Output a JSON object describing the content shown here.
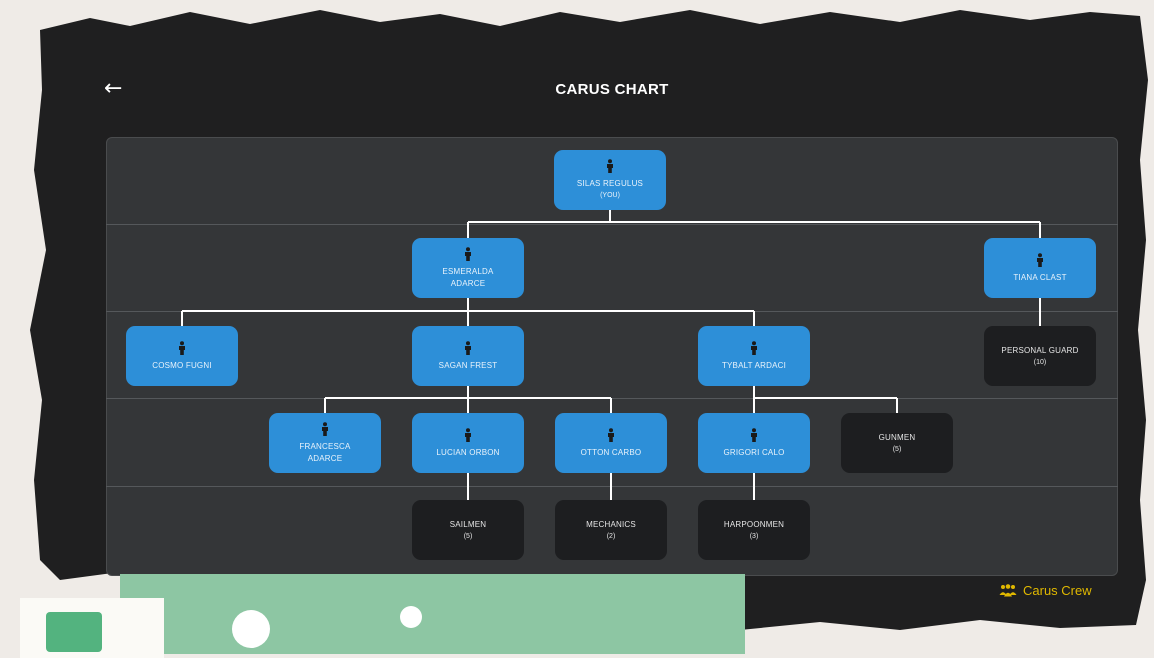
{
  "header": {
    "back_icon": "arrow-left-icon",
    "title": "CARUS CHART"
  },
  "colors": {
    "person_node": "#2d8fd8",
    "group_node": "#1d1e20",
    "panel": "#343638",
    "accent": "#e0b800"
  },
  "nodes": {
    "silas": {
      "name": "SILAS REGULUS",
      "sub": "(YOU)",
      "kind": "person",
      "icon": "person-icon"
    },
    "esmeralda": {
      "name": "ESMERALDA ADARCE",
      "kind": "person",
      "icon": "person-icon"
    },
    "tiana": {
      "name": "TIANA CLAST",
      "kind": "person",
      "icon": "person-icon"
    },
    "cosmo": {
      "name": "COSMO FUGNI",
      "kind": "person",
      "icon": "person-icon"
    },
    "sagan": {
      "name": "SAGAN FREST",
      "kind": "person",
      "icon": "person-icon"
    },
    "tybalt": {
      "name": "TYBALT ARDACI",
      "kind": "person",
      "icon": "person-icon"
    },
    "guard": {
      "name": "PERSONAL GUARD",
      "sub": "(10)",
      "kind": "group"
    },
    "francesca": {
      "name": "FRANCESCA ADARCE",
      "kind": "person",
      "icon": "person-icon"
    },
    "lucian": {
      "name": "LUCIAN ORBON",
      "kind": "person",
      "icon": "person-icon"
    },
    "otton": {
      "name": "OTTON CARBO",
      "kind": "person",
      "icon": "person-icon"
    },
    "grigori": {
      "name": "GRIGORI CALO",
      "kind": "person",
      "icon": "person-icon"
    },
    "gunmen": {
      "name": "GUNMEN",
      "sub": "(5)",
      "kind": "group"
    },
    "sailmen": {
      "name": "SAILMEN",
      "sub": "(5)",
      "kind": "group"
    },
    "mechanics": {
      "name": "MECHANICS",
      "sub": "(2)",
      "kind": "group"
    },
    "harpoonmen": {
      "name": "HARPOONMEN",
      "sub": "(3)",
      "kind": "group"
    }
  },
  "footer": {
    "crew_icon": "group-icon",
    "crew_label": "Carus Crew"
  }
}
